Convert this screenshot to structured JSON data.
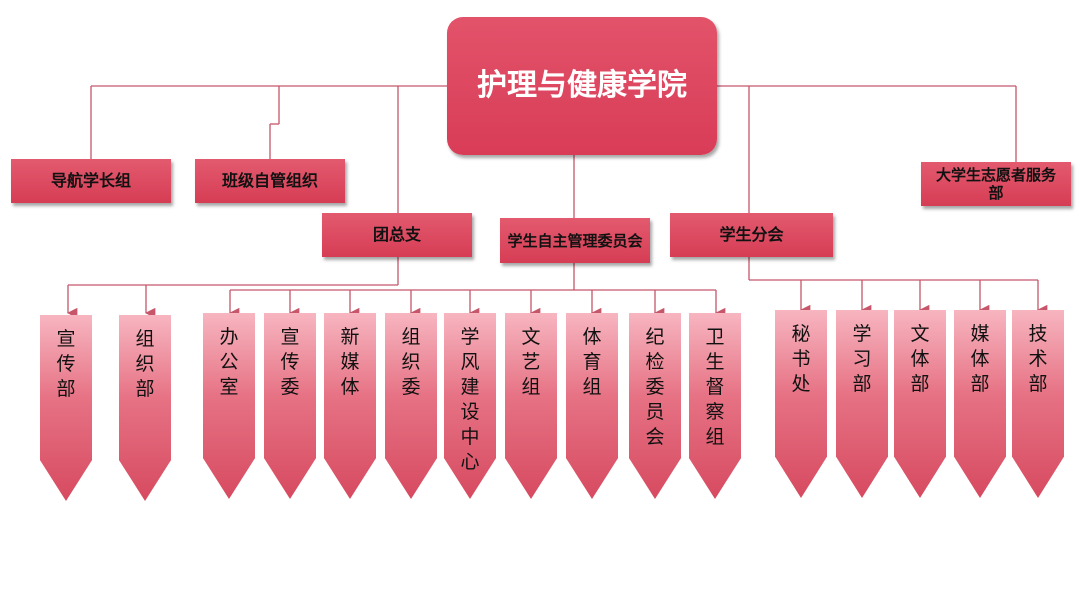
{
  "root": "护理与健康学院",
  "level1": {
    "daohang": "导航学长组",
    "banji": "班级自管组织",
    "tuan": "团总支",
    "zizhu": "学生自主管理委员会",
    "fenhui": "学生分会",
    "zhiyuan": "大学生志愿者服务部"
  },
  "tuan_children": [
    "宣传部",
    "组织部"
  ],
  "zizhu_children": [
    "办公室",
    "宣传委",
    "新媒体",
    "组织委",
    "学风建设中心",
    "文艺组",
    "体育组",
    "纪检委员会",
    "卫生督察组"
  ],
  "fenhui_children": [
    "秘书处",
    "学习部",
    "文体部",
    "媒体部",
    "技术部"
  ],
  "colors": {
    "box": "#d94a60",
    "line": "#c7566a",
    "root_text": "#ffffff"
  }
}
